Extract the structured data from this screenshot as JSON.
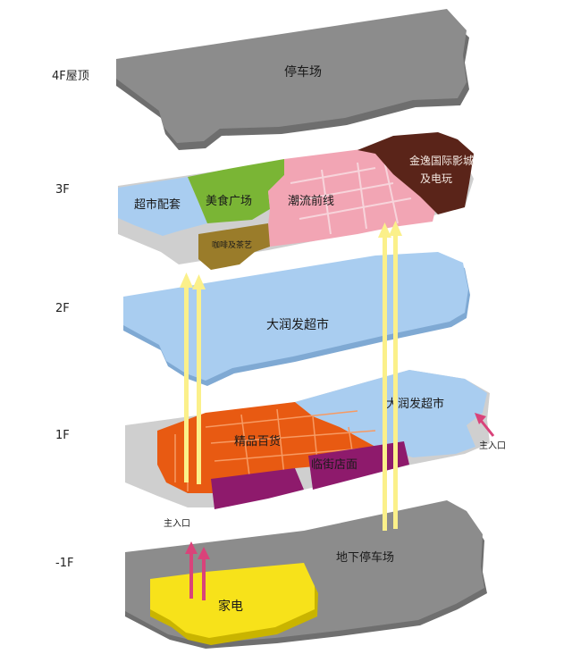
{
  "floors": [
    {
      "id": "4f",
      "label": "4F屋顶"
    },
    {
      "id": "3f",
      "label": "3F"
    },
    {
      "id": "2f",
      "label": "2F"
    },
    {
      "id": "1f",
      "label": "1F"
    },
    {
      "id": "b1",
      "label": "-1F"
    }
  ],
  "zones": {
    "roof_parking": "停车场",
    "supermarket_support": "超市配套",
    "food_court": "美食广场",
    "trend_front": "潮流前线",
    "cinema_line1": "金逸国际影城",
    "cinema_line2": "及电玩",
    "coffee_tea": "咖啡及茶艺",
    "supermarket_2f": "大润发超市",
    "supermarket_1f": "大润发超市",
    "boutique_dept": "精品百货",
    "street_shops": "临街店面",
    "main_entrance_right": "主入口",
    "main_entrance_left": "主入口",
    "underground_parking": "地下停车场",
    "appliances": "家电"
  },
  "colors": {
    "parking_gray": "#8c8c8c",
    "supermarket_blue": "#a9cdf0",
    "food_green": "#7ab535",
    "trend_pink": "#f2a5b4",
    "cinema_brown": "#5a2419",
    "coffee_olive": "#9a7c2a",
    "boutique_orange": "#e85a12",
    "street_purple": "#8e1a6c",
    "appliance_yellow": "#f7e21a",
    "arrow_yellow": "#fbf08a",
    "arrow_pink": "#d9437a"
  }
}
